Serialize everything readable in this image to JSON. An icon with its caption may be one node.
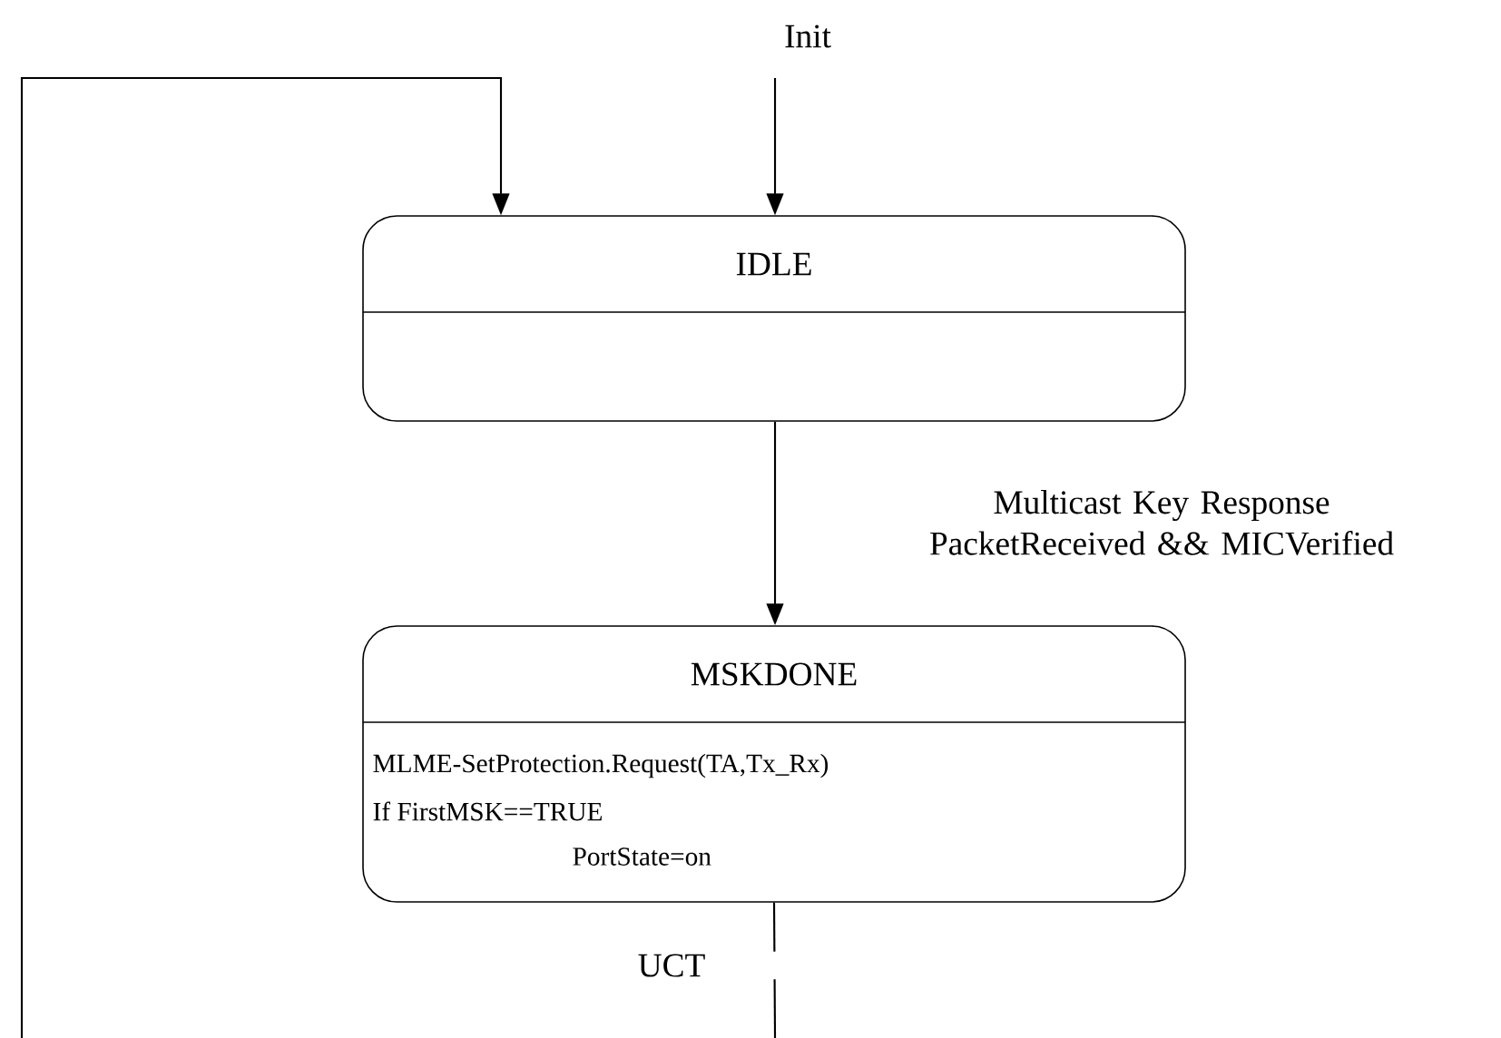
{
  "diagram": {
    "nodes": [
      {
        "text": [
          "Init"
        ]
      },
      {
        "text": [
          "IDLE"
        ]
      },
      {
        "text": [
          "MSKDONE",
          "MLME-SetProtection.Request(TA,Tx_Rx)",
          "If FirstMSK==TRUE",
          "PortState=on"
        ]
      }
    ],
    "edges": [
      {
        "from": 0,
        "to": 1,
        "arrow": "to"
      },
      {
        "from": 1,
        "to": 2,
        "arrow": "to",
        "label": "Multicast Key Response PacketReceived && MICVerified"
      },
      {
        "from": 2,
        "to": null,
        "arrow": "none",
        "label": "UCT"
      },
      {
        "from": null,
        "to": 1,
        "arrow": "to"
      }
    ]
  }
}
